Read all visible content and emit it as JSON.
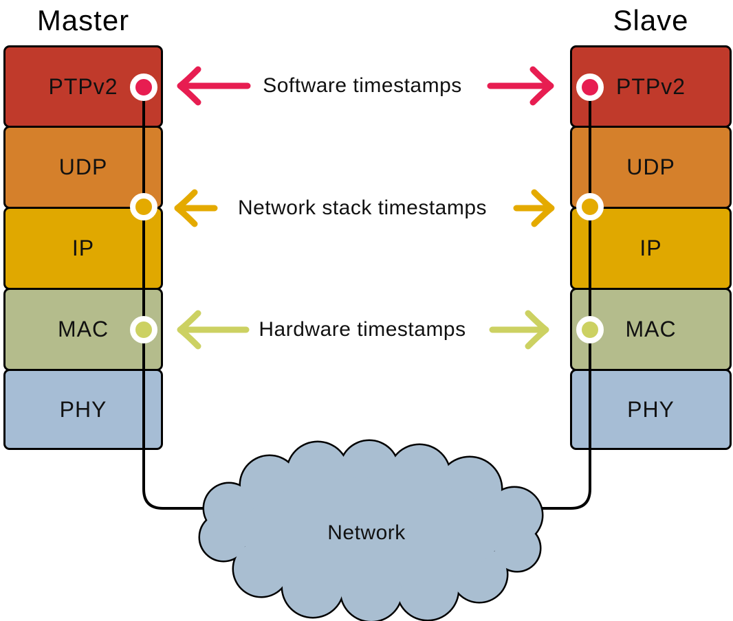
{
  "diagram": {
    "background": "#ffffff",
    "line_color": "#000000"
  },
  "master": {
    "title": "Master",
    "layers": [
      {
        "label": "PTPv2",
        "color": "#c03a2b"
      },
      {
        "label": "UDP",
        "color": "#d5802b"
      },
      {
        "label": "IP",
        "color": "#e0a800"
      },
      {
        "label": "MAC",
        "color": "#b4bc8c"
      },
      {
        "label": "PHY",
        "color": "#a6bdd5"
      }
    ]
  },
  "slave": {
    "title": "Slave",
    "layers": [
      {
        "label": "PTPv2",
        "color": "#c03a2b"
      },
      {
        "label": "UDP",
        "color": "#d5802b"
      },
      {
        "label": "IP",
        "color": "#e0a800"
      },
      {
        "label": "MAC",
        "color": "#b4bc8c"
      },
      {
        "label": "PHY",
        "color": "#a6bdd5"
      }
    ]
  },
  "annotations": [
    {
      "label": "Software timestamps",
      "color": "#e71d51"
    },
    {
      "label": "Network stack timestamps",
      "color": "#e4aa00"
    },
    {
      "label": "Hardware timestamps",
      "color": "#ccd162"
    }
  ],
  "cloud": {
    "label": "Network",
    "fill": "#a9bed1",
    "stroke": "#000000"
  }
}
